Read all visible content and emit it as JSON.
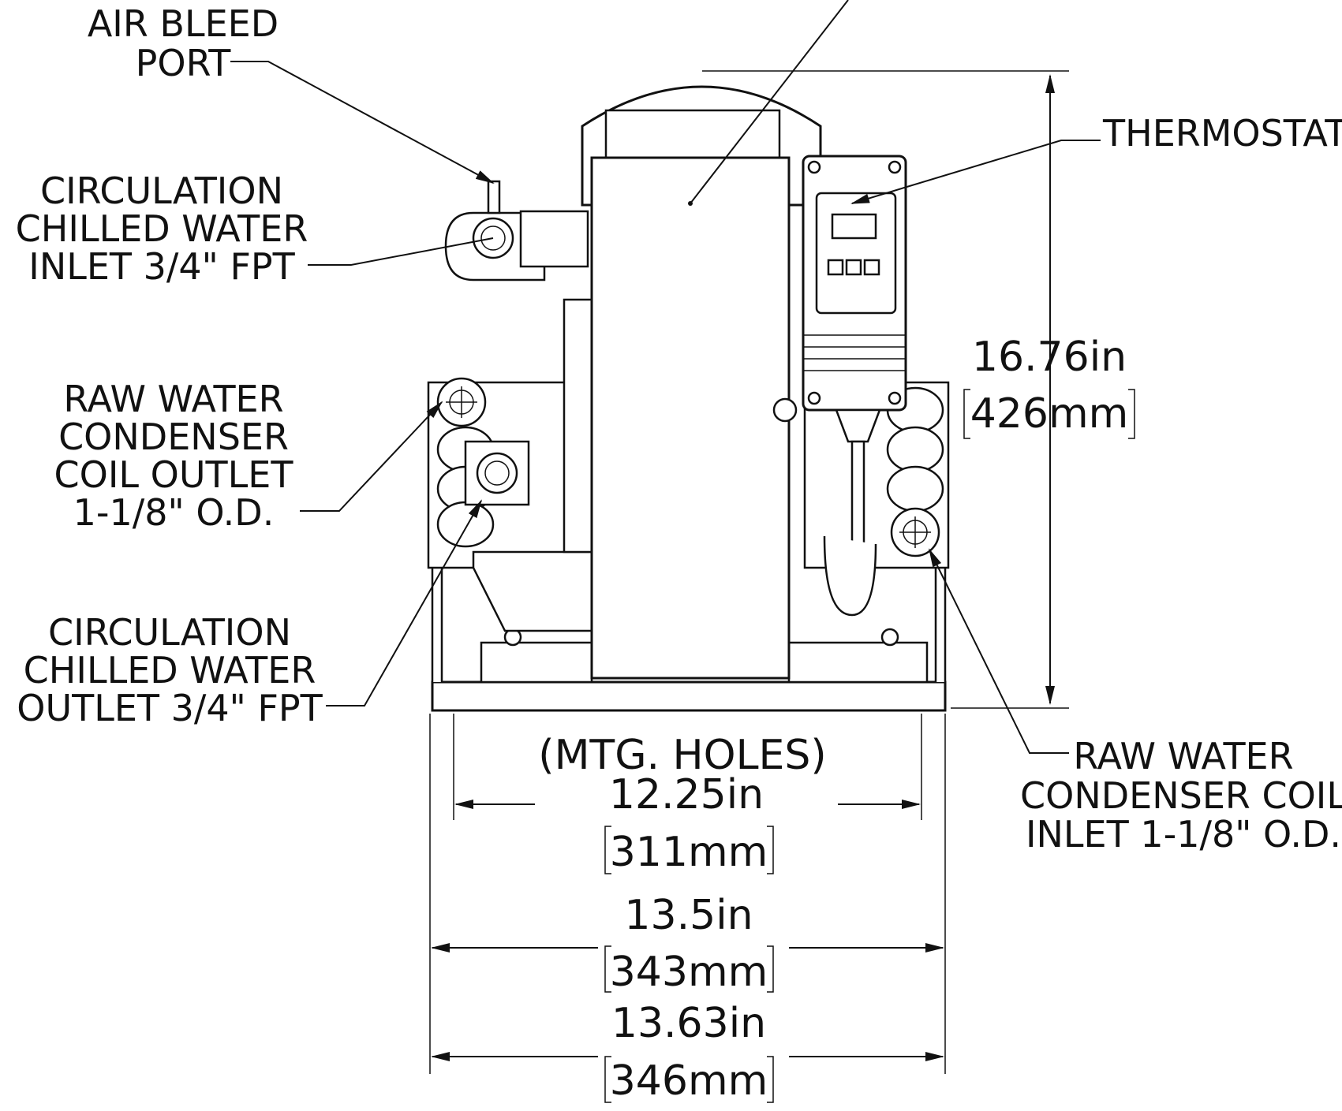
{
  "labels": {
    "air_bleed_line1": "AIR BLEED",
    "air_bleed_line2": "PORT",
    "thermostat": "THERMOSTAT",
    "circ_inlet_line1": "CIRCULATION",
    "circ_inlet_line2": "CHILLED WATER",
    "circ_inlet_line3": "INLET  3/4\" FPT",
    "raw_outlet_line1": "RAW WATER",
    "raw_outlet_line2": "CONDENSER",
    "raw_outlet_line3": "COIL OUTLET",
    "raw_outlet_line4": "1-1/8\" O.D.",
    "circ_outlet_line1": "CIRCULATION",
    "circ_outlet_line2": "CHILLED WATER",
    "circ_outlet_line3": "OUTLET 3/4\" FPT",
    "raw_inlet_line1": "RAW WATER",
    "raw_inlet_line2": "CONDENSER COIL",
    "raw_inlet_line3": "INLET 1-1/8\" O.D."
  },
  "dimensions": {
    "height_in": "16.76in",
    "height_mm": "426mm",
    "mtg_holes_caption": "(MTG. HOLES)",
    "mtg_in": "12.25in",
    "mtg_mm": "311mm",
    "base_in": "13.5in",
    "base_mm": "343mm",
    "overall_in": "13.63in",
    "overall_mm": "346mm"
  }
}
